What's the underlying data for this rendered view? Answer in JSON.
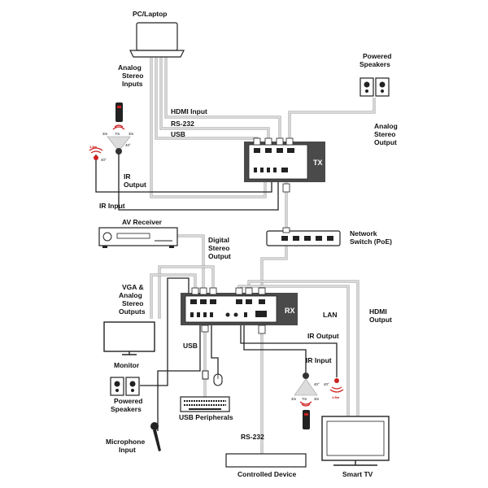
{
  "labels": {
    "pc_laptop": "PC/Laptop",
    "analog_stereo_inputs": [
      "Analog",
      "Stereo",
      "Inputs"
    ],
    "powered_speakers_top": [
      "Powered",
      "Speakers"
    ],
    "analog_stereo_output": [
      "Analog",
      "Stereo",
      "Output"
    ],
    "hdmi_input": "HDMI Input",
    "rs232_top": "RS-232",
    "usb_top": "USB",
    "ir_output_top": [
      "IR",
      "Output"
    ],
    "ir_input_top": "IR Input",
    "tx": "TX",
    "av_receiver": "AV Receiver",
    "digital_stereo_output": [
      "Digital",
      "Stereo",
      "Output"
    ],
    "network_switch": [
      "Network",
      "Switch (PoE)"
    ],
    "vga_analog": [
      "VGA &",
      "Analog",
      "Stereo",
      "Outputs"
    ],
    "rx": "RX",
    "lan": "LAN",
    "hdmi_output": [
      "HDMI",
      "Output"
    ],
    "ir_output_bottom": "IR Output",
    "ir_input_bottom": "IR Input",
    "monitor": "Monitor",
    "usb_bottom": "USB",
    "powered_speakers_bottom": [
      "Powered",
      "Speakers"
    ],
    "usb_peripherals": "USB Peripherals",
    "microphone_input": [
      "Microphone",
      "Input"
    ],
    "rs232_bottom": "RS-232",
    "controlled_device": "Controlled Device",
    "smart_tv": "Smart TV",
    "ir_range": {
      "left": "3m",
      "center": "7m",
      "right": "3m",
      "angle": "40°",
      "emitter_range": "1.5m"
    }
  },
  "colors": {
    "cable_gray": "#9a9a9a",
    "device_box": "#4a4a4a",
    "ir_red": "#cc1f1f",
    "wire": "#222222"
  }
}
